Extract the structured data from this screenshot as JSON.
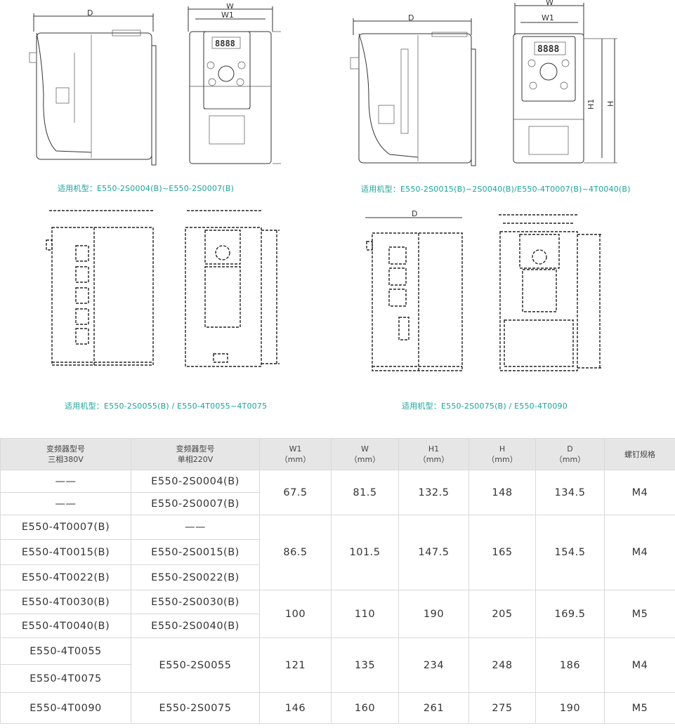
{
  "drawings": [
    {
      "dim_d": "D",
      "dim_w": "W",
      "dim_w1": "W1",
      "dim_h": "",
      "dim_h1": "",
      "caption": "适用机型：E550-2S0004(B)~E550-2S0007(B)"
    },
    {
      "dim_d": "D",
      "dim_w": "W",
      "dim_w1": "W1",
      "dim_h": "H",
      "dim_h1": "H1",
      "caption": "适用机型：E550-2S0015(B)~2S0040(B)/E550-4T0007(B)~4T0040(B)"
    },
    {
      "dim_d": "",
      "dim_w": "",
      "dim_w1": "",
      "dim_h": "",
      "dim_h1": "",
      "caption": "适用机型：E550-2S0055(B) / E550-4T0055~4T0075"
    },
    {
      "dim_d": "D",
      "dim_w": "",
      "dim_w1": "",
      "dim_h": "",
      "dim_h1": "",
      "caption": "适用机型：E550-2S0075(B) / E550-4T0090"
    }
  ],
  "table": {
    "headers": {
      "col1_a": "变频器型号",
      "col1_b": "三相380V",
      "col2_a": "变频器型号",
      "col2_b": "单相220V",
      "w1_a": "W1",
      "w1_b": "（mm）",
      "w_a": "W",
      "w_b": "（mm）",
      "h1_a": "H1",
      "h1_b": "（mm）",
      "h_a": "H",
      "h_b": "（mm）",
      "d_a": "D",
      "d_b": "（mm）",
      "screw": "螺钉规格"
    },
    "groups": [
      {
        "rows": [
          [
            "——",
            "E550-2S0004(B)"
          ],
          [
            "——",
            "E550-2S0007(B)"
          ]
        ],
        "w1": "67.5",
        "w": "81.5",
        "h1": "132.5",
        "h": "148",
        "d": "134.5",
        "screw": "M4"
      },
      {
        "rows": [
          [
            "E550-4T0007(B)",
            "——"
          ],
          [
            "E550-4T0015(B)",
            "E550-2S0015(B)"
          ],
          [
            "E550-4T0022(B)",
            "E550-2S0022(B)"
          ]
        ],
        "w1": "86.5",
        "w": "101.5",
        "h1": "147.5",
        "h": "165",
        "d": "154.5",
        "screw": "M4"
      },
      {
        "rows": [
          [
            "E550-4T0030(B)",
            "E550-2S0030(B)"
          ],
          [
            "E550-4T0040(B)",
            "E550-2S0040(B)"
          ]
        ],
        "w1": "100",
        "w": "110",
        "h1": "190",
        "h": "205",
        "d": "169.5",
        "screw": "M5"
      },
      {
        "rows": [
          [
            "E550-4T0055"
          ],
          [
            "E550-4T0075"
          ]
        ],
        "single220": "E550-2S0055",
        "w1": "121",
        "w": "135",
        "h1": "234",
        "h": "248",
        "d": "186",
        "screw": "M4"
      },
      {
        "rows": [
          [
            "E550-4T0090",
            "E550-2S0075"
          ]
        ],
        "w1": "146",
        "w": "160",
        "h1": "261",
        "h": "275",
        "d": "190",
        "screw": "M5"
      }
    ]
  }
}
